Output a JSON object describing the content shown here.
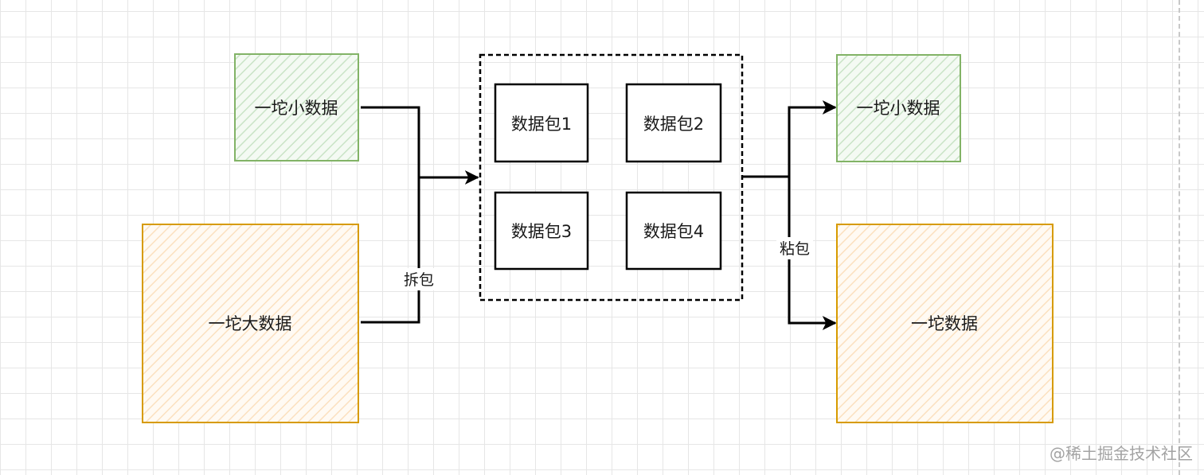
{
  "nodes": {
    "small_data_left": {
      "label": "一坨小数据",
      "fill": "#d5e8d4",
      "stroke": "#82b366"
    },
    "big_data_left": {
      "label": "一坨大数据",
      "fill": "#ffe6cc",
      "stroke": "#d79b00"
    },
    "packet_1": {
      "label": "数据包1"
    },
    "packet_2": {
      "label": "数据包2"
    },
    "packet_3": {
      "label": "数据包3"
    },
    "packet_4": {
      "label": "数据包4"
    },
    "small_data_right": {
      "label": "一坨小数据",
      "fill": "#d5e8d4",
      "stroke": "#82b366"
    },
    "data_right": {
      "label": "一坨数据",
      "fill": "#ffe6cc",
      "stroke": "#d79b00"
    }
  },
  "edges": {
    "split_label": "拆包",
    "stick_label": "粘包"
  },
  "watermark": "@稀土掘金技术社区"
}
